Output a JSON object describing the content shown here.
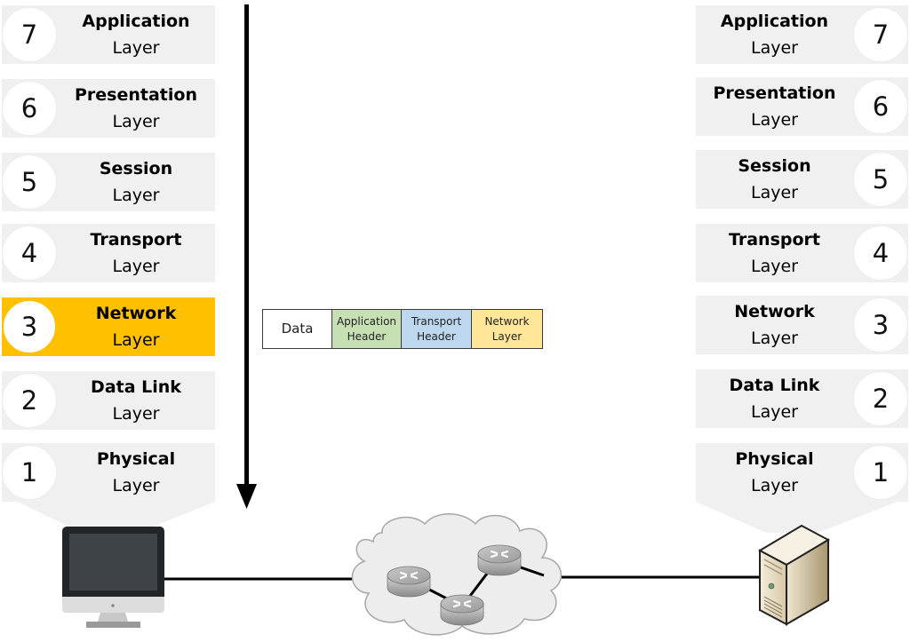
{
  "diagram": {
    "type": "OSI model encapsulation",
    "highlight_layer": 3,
    "highlight_color": "#ffc000",
    "layer_fill_color": "#f0f0f0"
  },
  "left_stack": {
    "layers": [
      {
        "number": "7",
        "name": "Application",
        "sub": "Layer"
      },
      {
        "number": "6",
        "name": "Presentation",
        "sub": "Layer"
      },
      {
        "number": "5",
        "name": "Session",
        "sub": "Layer"
      },
      {
        "number": "4",
        "name": "Transport",
        "sub": "Layer"
      },
      {
        "number": "3",
        "name": "Network",
        "sub": "Layer"
      },
      {
        "number": "2",
        "name": "Data Link",
        "sub": "Layer"
      },
      {
        "number": "1",
        "name": "Physical",
        "sub": "Layer"
      }
    ]
  },
  "right_stack": {
    "layers": [
      {
        "number": "7",
        "name": "Application",
        "sub": "Layer"
      },
      {
        "number": "6",
        "name": "Presentation",
        "sub": "Layer"
      },
      {
        "number": "5",
        "name": "Session",
        "sub": "Layer"
      },
      {
        "number": "4",
        "name": "Transport",
        "sub": "Layer"
      },
      {
        "number": "3",
        "name": "Network",
        "sub": "Layer"
      },
      {
        "number": "2",
        "name": "Data Link",
        "sub": "Layer"
      },
      {
        "number": "1",
        "name": "Physical",
        "sub": "Layer"
      }
    ]
  },
  "packet": {
    "segments": [
      {
        "line1": "Data",
        "line2": "",
        "color": "#ffffff"
      },
      {
        "line1": "Application",
        "line2": "Header",
        "color": "#c6e0b4"
      },
      {
        "line1": "Transport",
        "line2": "Header",
        "color": "#bdd7ee"
      },
      {
        "line1": "Network",
        "line2": "Layer",
        "color": "#ffe699"
      }
    ]
  },
  "devices": {
    "source": "desktop-computer-icon",
    "destination": "server-tower-icon",
    "network": "cloud-with-routers-icon",
    "router_count": 3
  }
}
